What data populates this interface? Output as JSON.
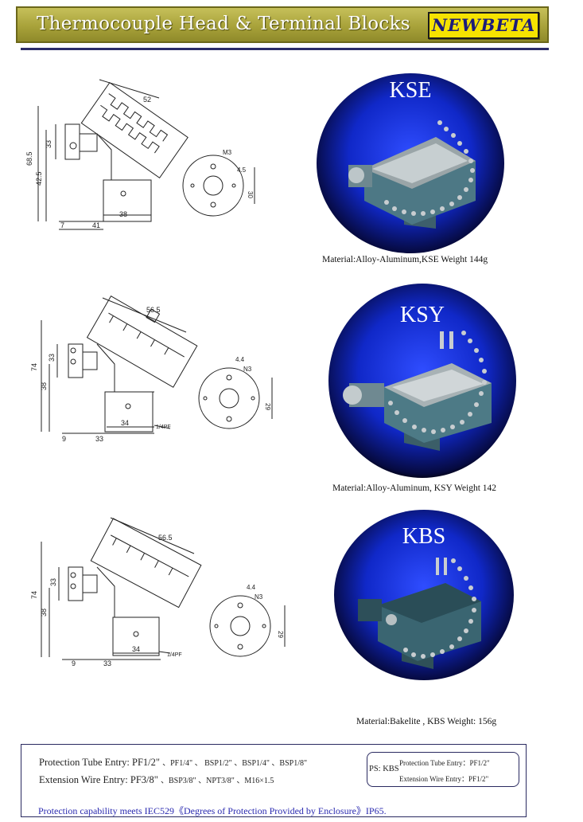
{
  "header": {
    "title": "Thermocouple Head & Terminal Blocks",
    "brand": "NEWBETA"
  },
  "products": [
    {
      "name": "KSE",
      "caption": "Material:Alloy-Aluminum,KSE Weight 144g",
      "dims": {
        "top": "52",
        "height": "68.5",
        "mid": "42.5",
        "side": "33",
        "base_left": "7",
        "width": "41",
        "base": "38",
        "face_w": "30",
        "hole": "M3",
        "small": "4.5"
      }
    },
    {
      "name": "KSY",
      "caption": "Material:Alloy-Aluminum, KSY Weight 142",
      "dims": {
        "top": "56.5",
        "height": "74",
        "mid": "38",
        "side": "33",
        "base_left": "9",
        "width": "33",
        "base": "34",
        "thread": "1/4PF",
        "face_w": "29",
        "hole": "N3",
        "small": "4.4"
      }
    },
    {
      "name": "KBS",
      "caption": "Material:Bakelite , KBS Weight: 156g",
      "dims": {
        "top": "56.5",
        "height": "74",
        "mid": "38",
        "side": "33",
        "base_left": "9",
        "width": "33",
        "base": "34",
        "thread": "1/4PF",
        "face_w": "29",
        "hole": "N3",
        "small": "4.4"
      }
    }
  ],
  "specs": {
    "tube_entry": {
      "label": "Protection Tube Entry: PF1/2\"",
      "rest": "、PF1/4\"  、 BSP1/2\" 、BSP1/4\" 、BSP1/8\""
    },
    "wire_entry": {
      "label": "Extension Wire Entry: PF3/8\"",
      "rest": "、BSP3/8\" 、NPT3/8\" 、M16×1.5"
    },
    "ps": {
      "label": "PS: KBS",
      "tube": "Protection Tube Entry：PF1/2\"",
      "wire": "Extension Wire Entry：PF1/2\""
    },
    "protection": "Protection capability meets IEC529《Degrees of Protection Provided by Enclosure》IP65."
  },
  "colors": {
    "header_olive": "#a8a23a",
    "brand_yellow": "#f6e300",
    "photo_blue": "#1028c8",
    "link_blue": "#2a2ab0"
  }
}
